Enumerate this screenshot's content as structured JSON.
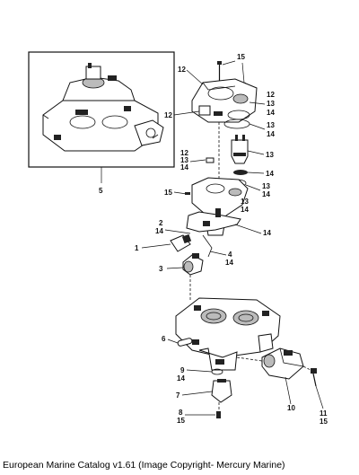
{
  "footer": {
    "caption": "European Marine Catalog v1.61 (Image Copyright- Mercury Marine)"
  },
  "callouts": {
    "c5": "5",
    "c15a": "15",
    "c12a": "12",
    "c12b": "12",
    "c13a": "13",
    "c14a": "14",
    "c12c": "12",
    "c13b": "13",
    "c14b": "14",
    "c13c": "13",
    "c14c": "14",
    "c12d": "12",
    "c13d": "13",
    "c14d": "14",
    "c13e": "13",
    "c14e": "14",
    "c15b": "15",
    "c13f": "13",
    "c14f": "14",
    "c2": "2",
    "c14g": "14",
    "c14h": "14",
    "c1": "1",
    "c4": "4",
    "c14i": "14",
    "c3": "3",
    "c6": "6",
    "c9": "9",
    "c14j": "14",
    "c7": "7",
    "c10": "10",
    "c8": "8",
    "c15c": "15",
    "c11": "11",
    "c15d": "15"
  }
}
